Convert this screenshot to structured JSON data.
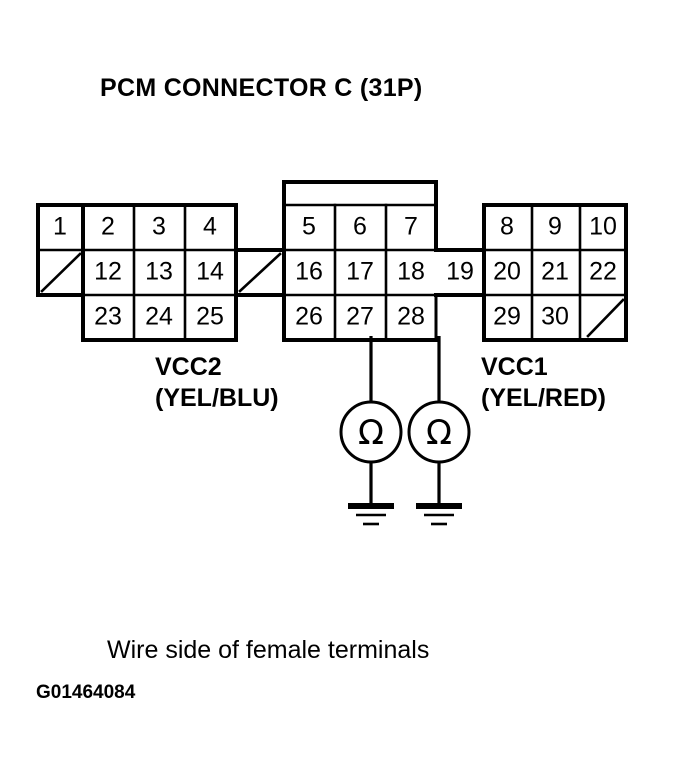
{
  "title": "PCM CONNECTOR C (31P)",
  "caption": "Wire side of female terminals",
  "figure_id": "G01464084",
  "colors": {
    "line": "#000000",
    "background": "#ffffff",
    "text": "#000000"
  },
  "connector": {
    "name": "PCM CONNECTOR C",
    "pin_count_label": "31P",
    "view": "Wire side of female terminals",
    "columns": 12,
    "rows": 3,
    "grid": [
      [
        "1",
        "2",
        "3",
        "4",
        "",
        "5",
        "6",
        "7",
        "",
        "8",
        "9",
        "10"
      ],
      [
        "",
        "12",
        "13",
        "14",
        "",
        "16",
        "17",
        "18",
        "19",
        "20",
        "21",
        "22"
      ],
      [
        "",
        "23",
        "24",
        "25",
        "",
        "26",
        "27",
        "28",
        "",
        "29",
        "30",
        ""
      ]
    ],
    "blank_diagonal_cells": [
      {
        "row": 1,
        "col": 0
      },
      {
        "row": 1,
        "col": 4
      },
      {
        "row": 2,
        "col": 11
      }
    ],
    "absent_cells": [
      {
        "row": 0,
        "col": 4
      },
      {
        "row": 0,
        "col": 8
      },
      {
        "row": 2,
        "col": 0
      },
      {
        "row": 2,
        "col": 4
      },
      {
        "row": 2,
        "col": 8
      }
    ]
  },
  "labels": {
    "vcc2": {
      "signal": "VCC2",
      "wire_color": "(YEL/BLU)",
      "terminal": "28"
    },
    "vcc1": {
      "signal": "VCC1",
      "wire_color": "(YEL/RED)",
      "terminal": "19"
    }
  },
  "meters": [
    {
      "symbol": "Ω",
      "name": "ohmmeter-left",
      "connects_terminal": "28",
      "to": "ground"
    },
    {
      "symbol": "Ω",
      "name": "ohmmeter-right",
      "connects_terminal": "19",
      "to": "ground"
    }
  ]
}
